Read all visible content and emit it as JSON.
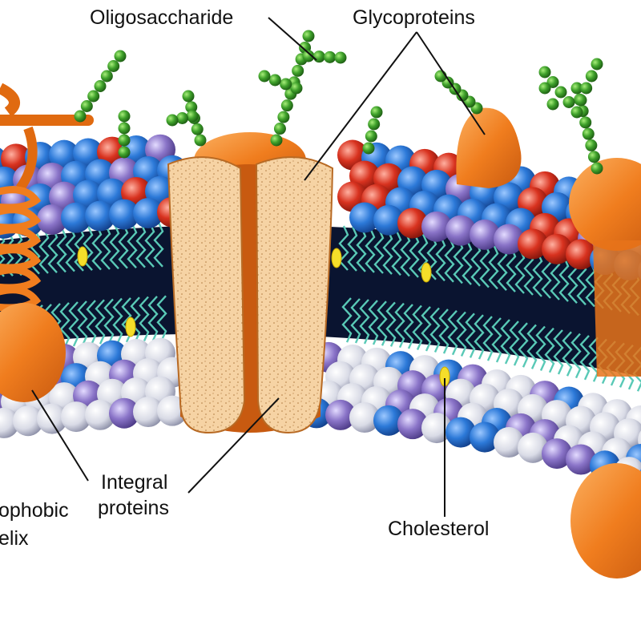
{
  "labels": {
    "oligosaccharide": "Oligosaccharide",
    "glycoproteins": "Glycoproteins",
    "integral_line1": "Integral",
    "integral_line2": "proteins",
    "hydrophobic_line1": "ophobic",
    "hydrophobic_line2": "elix",
    "cholesterol": "Cholesterol"
  },
  "colors": {
    "background": "#ffffff",
    "protein_orange": "#f07d1e",
    "protein_dark": "#c85a10",
    "channel_fill": "#f6d3a4",
    "sugar_green": "#3fa12b",
    "head_blue": "#2c79d8",
    "head_red": "#d8321f",
    "head_purple": "#8a74c8",
    "head_white": "#d9dbe6",
    "tail_teal": "#59c9b6",
    "core_dark": "#0a1430",
    "cholesterol_yellow": "#f5de2a",
    "leader_line": "#111111"
  }
}
